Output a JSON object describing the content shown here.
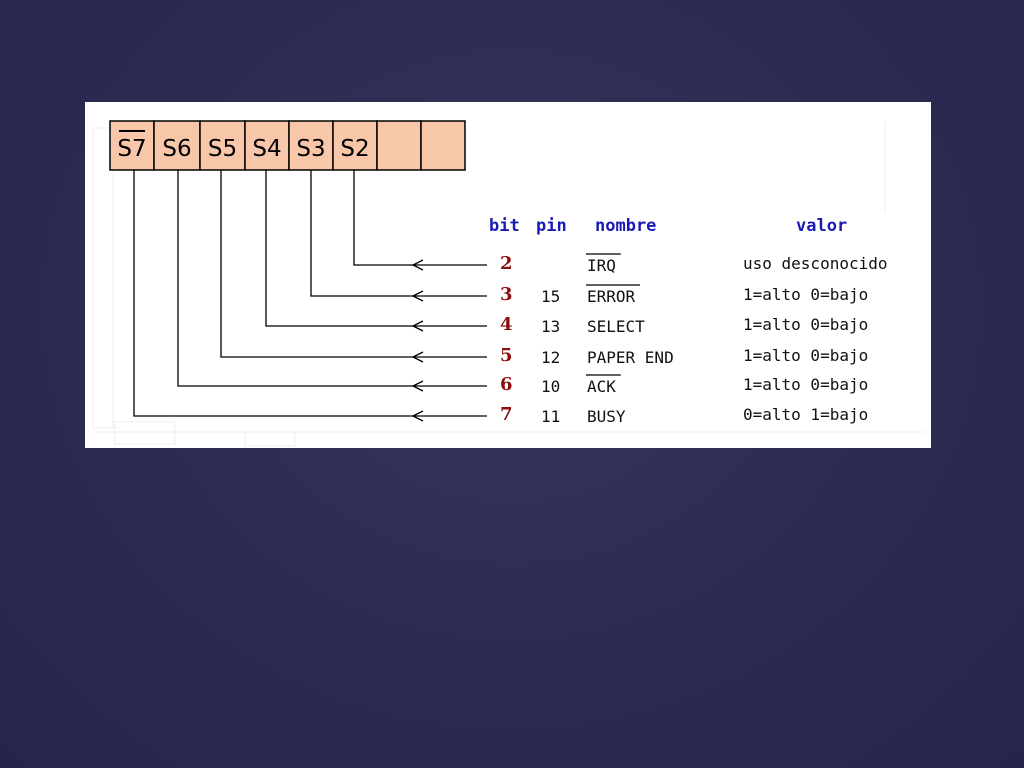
{
  "register": {
    "cells": [
      "S7",
      "S6",
      "S5",
      "S4",
      "S3",
      "S2",
      "",
      ""
    ],
    "fill_color": "#f8c6a8"
  },
  "table": {
    "headers": {
      "bit": "bit",
      "pin": "pin",
      "nombre": "nombre",
      "valor": "valor"
    },
    "rows": [
      {
        "bit": "2",
        "pin": "",
        "nombre": "IRQ",
        "overline": true,
        "valor": "uso desconocido"
      },
      {
        "bit": "3",
        "pin": "15",
        "nombre": "ERROR",
        "overline": true,
        "valor": "1=alto  0=bajo"
      },
      {
        "bit": "4",
        "pin": "13",
        "nombre": "SELECT",
        "overline": false,
        "valor": "1=alto  0=bajo"
      },
      {
        "bit": "5",
        "pin": "12",
        "nombre": "PAPER END",
        "overline": false,
        "valor": "1=alto  0=bajo"
      },
      {
        "bit": "6",
        "pin": "10",
        "nombre": "ACK",
        "overline": true,
        "valor": "1=alto  0=bajo"
      },
      {
        "bit": "7",
        "pin": "11",
        "nombre": "BUSY",
        "overline": false,
        "valor": "0=alto  1=bajo"
      }
    ]
  },
  "colors": {
    "header": "#1a1ab4",
    "bit_number": "#8b0d0d",
    "background": "#2c2c52"
  }
}
